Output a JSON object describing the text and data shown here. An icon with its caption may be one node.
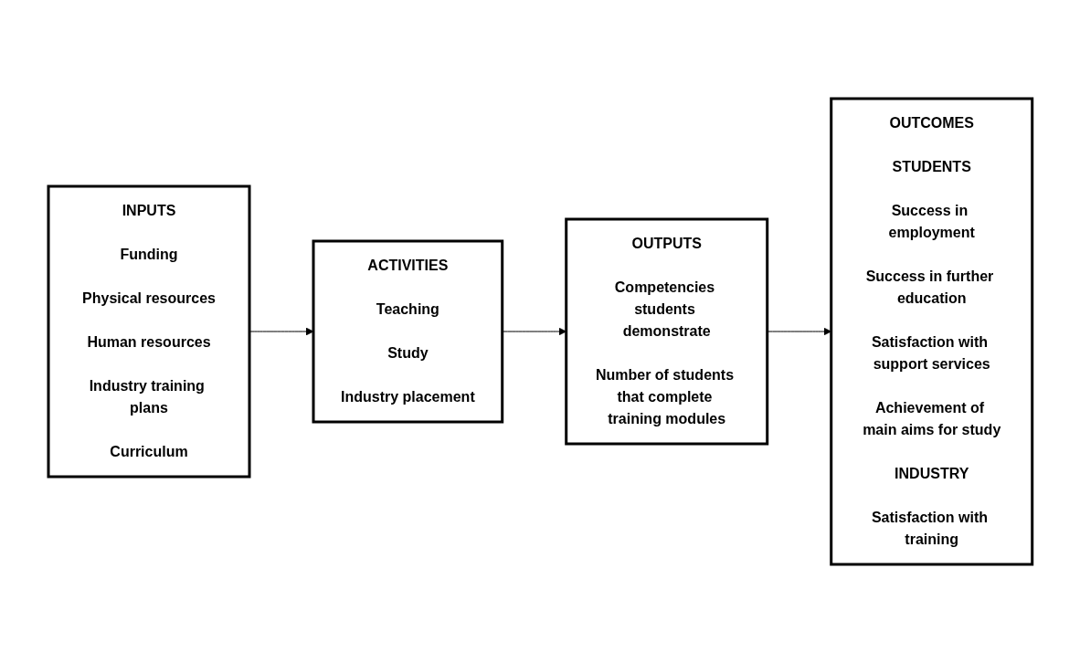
{
  "diagram": {
    "nodes": [
      {
        "text": [
          "INPUTS",
          "Funding",
          "Physical resources",
          "Human resources",
          "Industry training plans",
          "Curriculum"
        ]
      },
      {
        "text": [
          "ACTIVITIES",
          "Teaching",
          "Study",
          "Industry placement"
        ]
      },
      {
        "text": [
          "OUTPUTS",
          "Competencies students demonstrate",
          "Number of students that complete training modules"
        ]
      },
      {
        "text": [
          "OUTCOMES",
          "STUDENTS",
          "Success in employment",
          "Success in further education",
          "Satisfaction with support services",
          "Achievement of main aims for study",
          "INDUSTRY",
          "Satisfaction with training"
        ]
      }
    ],
    "edges": [
      {
        "from": 0,
        "to": 1,
        "arrow": "to"
      },
      {
        "from": 1,
        "to": 2,
        "arrow": "to"
      },
      {
        "from": 2,
        "to": 3,
        "arrow": "to"
      }
    ]
  }
}
